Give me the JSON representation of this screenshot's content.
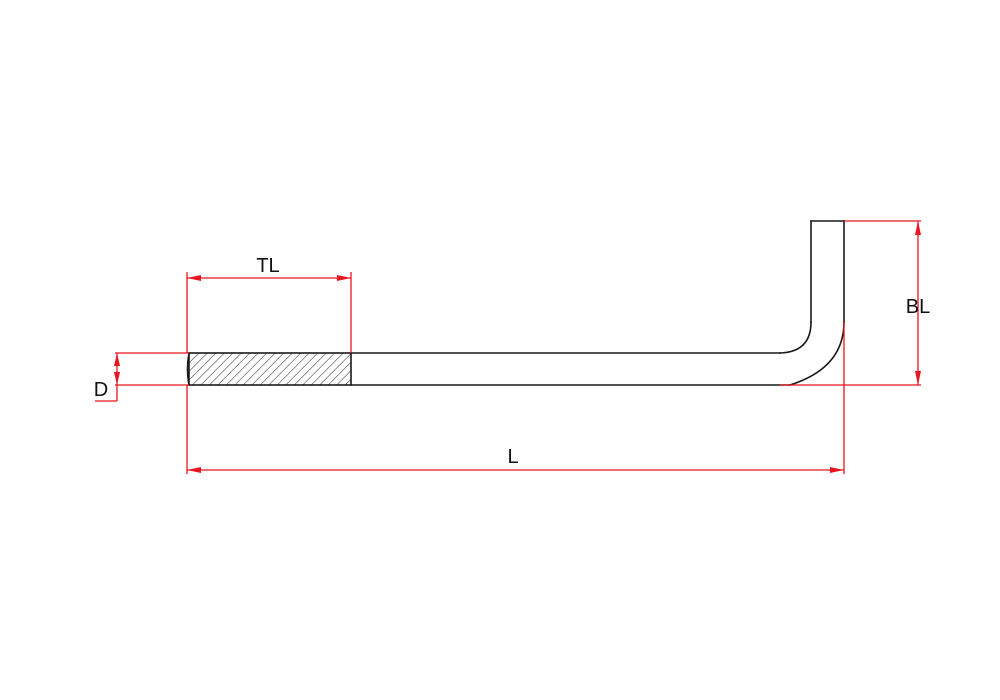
{
  "colors": {
    "part_outline": "#1a1a1a",
    "dimension": "#e8161e",
    "thread_hatch": "#333333",
    "background": "#ffffff"
  },
  "dimensions": {
    "thread_length": {
      "label": "TL"
    },
    "diameter": {
      "label": "D"
    },
    "bend_length": {
      "label": "BL"
    },
    "overall_length": {
      "label": "L"
    }
  }
}
